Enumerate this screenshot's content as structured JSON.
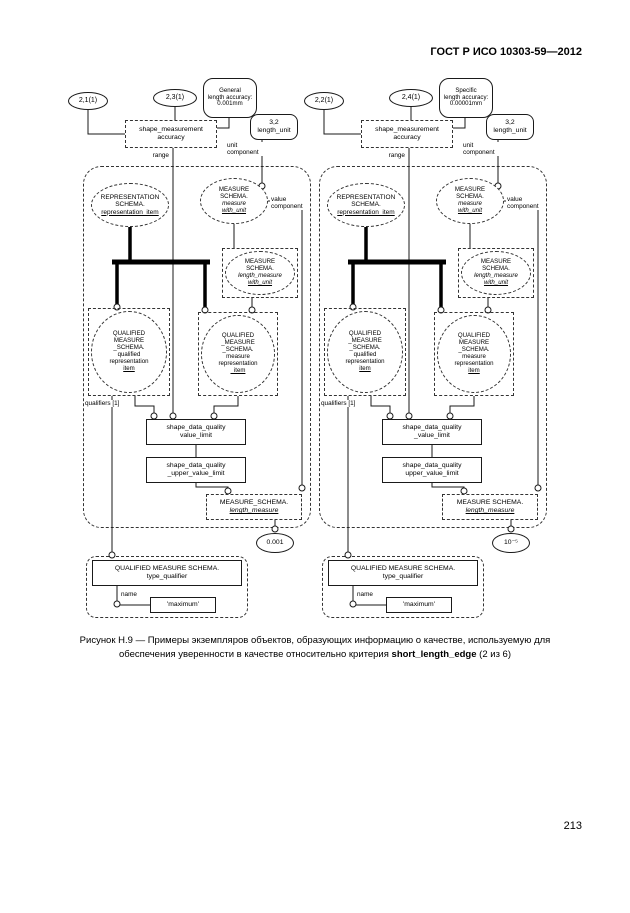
{
  "page": {
    "header": "ГОСТ Р ИСО 10303-59—2012",
    "page_number": "213",
    "caption": {
      "prefix": "Рисунок Н.9 — Примеры экземпляров объектов, образующих информацию о качестве, используемую для обеспечения уверенности в качестве относительно критерия ",
      "bold": "short_length_edge",
      "suffix": " (2 из 6)"
    }
  },
  "diagrams": [
    {
      "refs": [
        "2,1(1)",
        "2,3(1)"
      ],
      "accuracy_note": [
        "General",
        "length accuracy:",
        "0.001mm"
      ],
      "shape_measurement_accuracy": [
        "shape_measurement",
        "accuracy"
      ],
      "length_unit": [
        "3,2",
        "length_unit"
      ],
      "labels": {
        "unit_component": "unit component",
        "range": "range",
        "value_component": "value component",
        "qualifiers": "qualifiers [1]",
        "name": "name"
      },
      "representation_item": [
        "REPRESENTATION",
        "SCHEMA.",
        "representation_item"
      ],
      "measure_with_unit": [
        "MEASURE",
        "SCHEMA.",
        "measure",
        "with_unit"
      ],
      "length_measure_with_unit": [
        "MEASURE",
        "SCHEMA.",
        "length_measure",
        "with_unit"
      ],
      "qualified_left": [
        "QUALIFIED",
        "MEASURE",
        "_SCHEMA.",
        "qualified",
        "representation",
        "item"
      ],
      "qualified_right": [
        "QUALIFIED",
        "_MEASURE",
        "_SCHEMA.",
        "measure",
        "representation",
        "_item"
      ],
      "value_limit": [
        "shape_data_quality",
        "value_limit"
      ],
      "upper_value_limit": [
        "shape_data_quality",
        "_upper_value_limit"
      ],
      "length_measure": [
        "MEASURE_SCHEMA.",
        "length_measure"
      ],
      "value": "0.001",
      "type_qualifier": [
        "QUALIFIED MEASURE SCHEMA.",
        "type_qualifier"
      ],
      "qualifier_value": "'maximum'"
    },
    {
      "refs": [
        "2,2(1)",
        "2,4(1)"
      ],
      "accuracy_note": [
        "Specific",
        "length accuracy:",
        "0.00001mm"
      ],
      "shape_measurement_accuracy": [
        "shape_measurement",
        "accuracy"
      ],
      "length_unit": [
        "3,2",
        "length_unit"
      ],
      "labels": {
        "unit_component": "unit component",
        "range": "range",
        "value_component": "value component",
        "qualifiers": "qualifiers [1]",
        "name": "name"
      },
      "representation_item": [
        "REPRESENTATION",
        "SCHEMA.",
        "representation_item"
      ],
      "measure_with_unit": [
        "MEASURE",
        "SCHEMA.",
        "measure",
        "with_unit"
      ],
      "length_measure_with_unit": [
        "MEASURE",
        "SCHEMA.",
        "length_measure",
        "with_unit"
      ],
      "qualified_left": [
        "QUALIFIED",
        "_MEASURE",
        "_SCHEMA.",
        "qualified",
        "representation",
        "item"
      ],
      "qualified_right": [
        "QUALIFIED",
        "MEASURE",
        "_SCHEMA.",
        "measure",
        "representation",
        "item"
      ],
      "value_limit": [
        "shape_data_quality",
        "_value_limit"
      ],
      "upper_value_limit": [
        "shape_data_quality",
        "upper_value_limit"
      ],
      "length_measure": [
        "MEASURE SCHEMA.",
        "length_measure"
      ],
      "value": "10⁻⁵",
      "type_qualifier": [
        "QUALIFIED MEASURE SCHEMA.",
        "type_qualifier"
      ],
      "qualifier_value": "'maximum'"
    }
  ]
}
